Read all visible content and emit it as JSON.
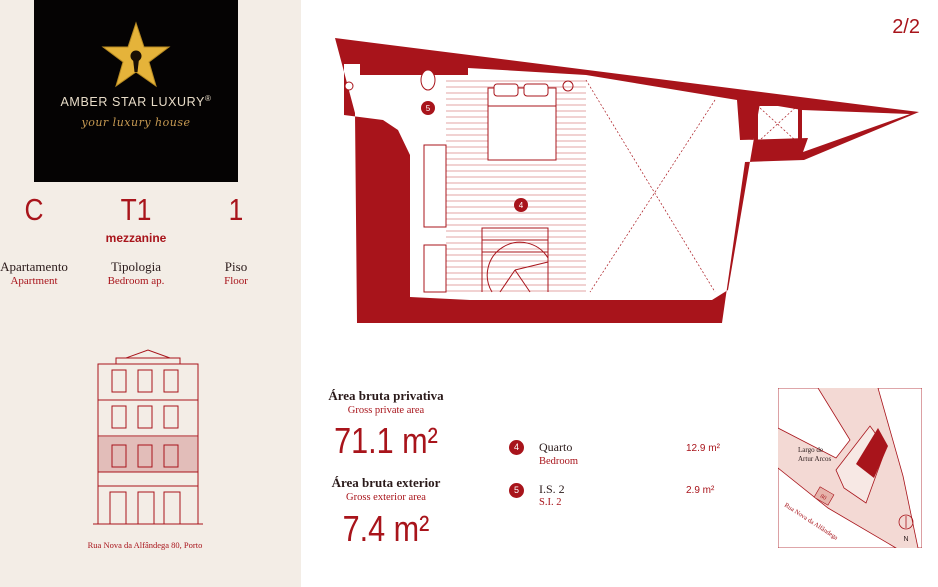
{
  "brand": {
    "name": "AMBER STAR LUXURY",
    "mark": "®",
    "tagline": "your luxury house"
  },
  "unit": {
    "apartment": {
      "value": "C",
      "label": "Apartamento",
      "label_en": "Apartment"
    },
    "typology": {
      "value": "T1",
      "note": "mezzanine",
      "label": "Tipologia",
      "label_en": "Bedroom ap."
    },
    "floor": {
      "value": "1",
      "label": "Piso",
      "label_en": "Floor"
    }
  },
  "building": {
    "address": "Rua Nova da Alfândega 80, Porto"
  },
  "page": {
    "indicator": "2/2"
  },
  "areas": {
    "private": {
      "label": "Área bruta privativa",
      "label_en": "Gross private area",
      "value": "71.1 m²"
    },
    "exterior": {
      "label": "Área bruta exterior",
      "label_en": "Gross exterior area",
      "value": "7.4 m²"
    }
  },
  "rooms": [
    {
      "number": "4",
      "name": "Quarto",
      "name_en": "Bedroom",
      "area": "12.9 m²"
    },
    {
      "number": "5",
      "name": "I.S. 2",
      "name_en": "S.I. 2",
      "area": "2.9 m²"
    }
  ],
  "plan": {
    "room_4_tag": "4",
    "room_5_tag": "5"
  },
  "location_map": {
    "square": "Largo de Artur Arcos",
    "street": "Rua Nova da Alfândega",
    "building_no": "80",
    "north": "N"
  },
  "colors": {
    "accent": "#a8141b",
    "panel": "#f3ede6",
    "logo_bg": "#050303",
    "gold": "#c79a52"
  }
}
